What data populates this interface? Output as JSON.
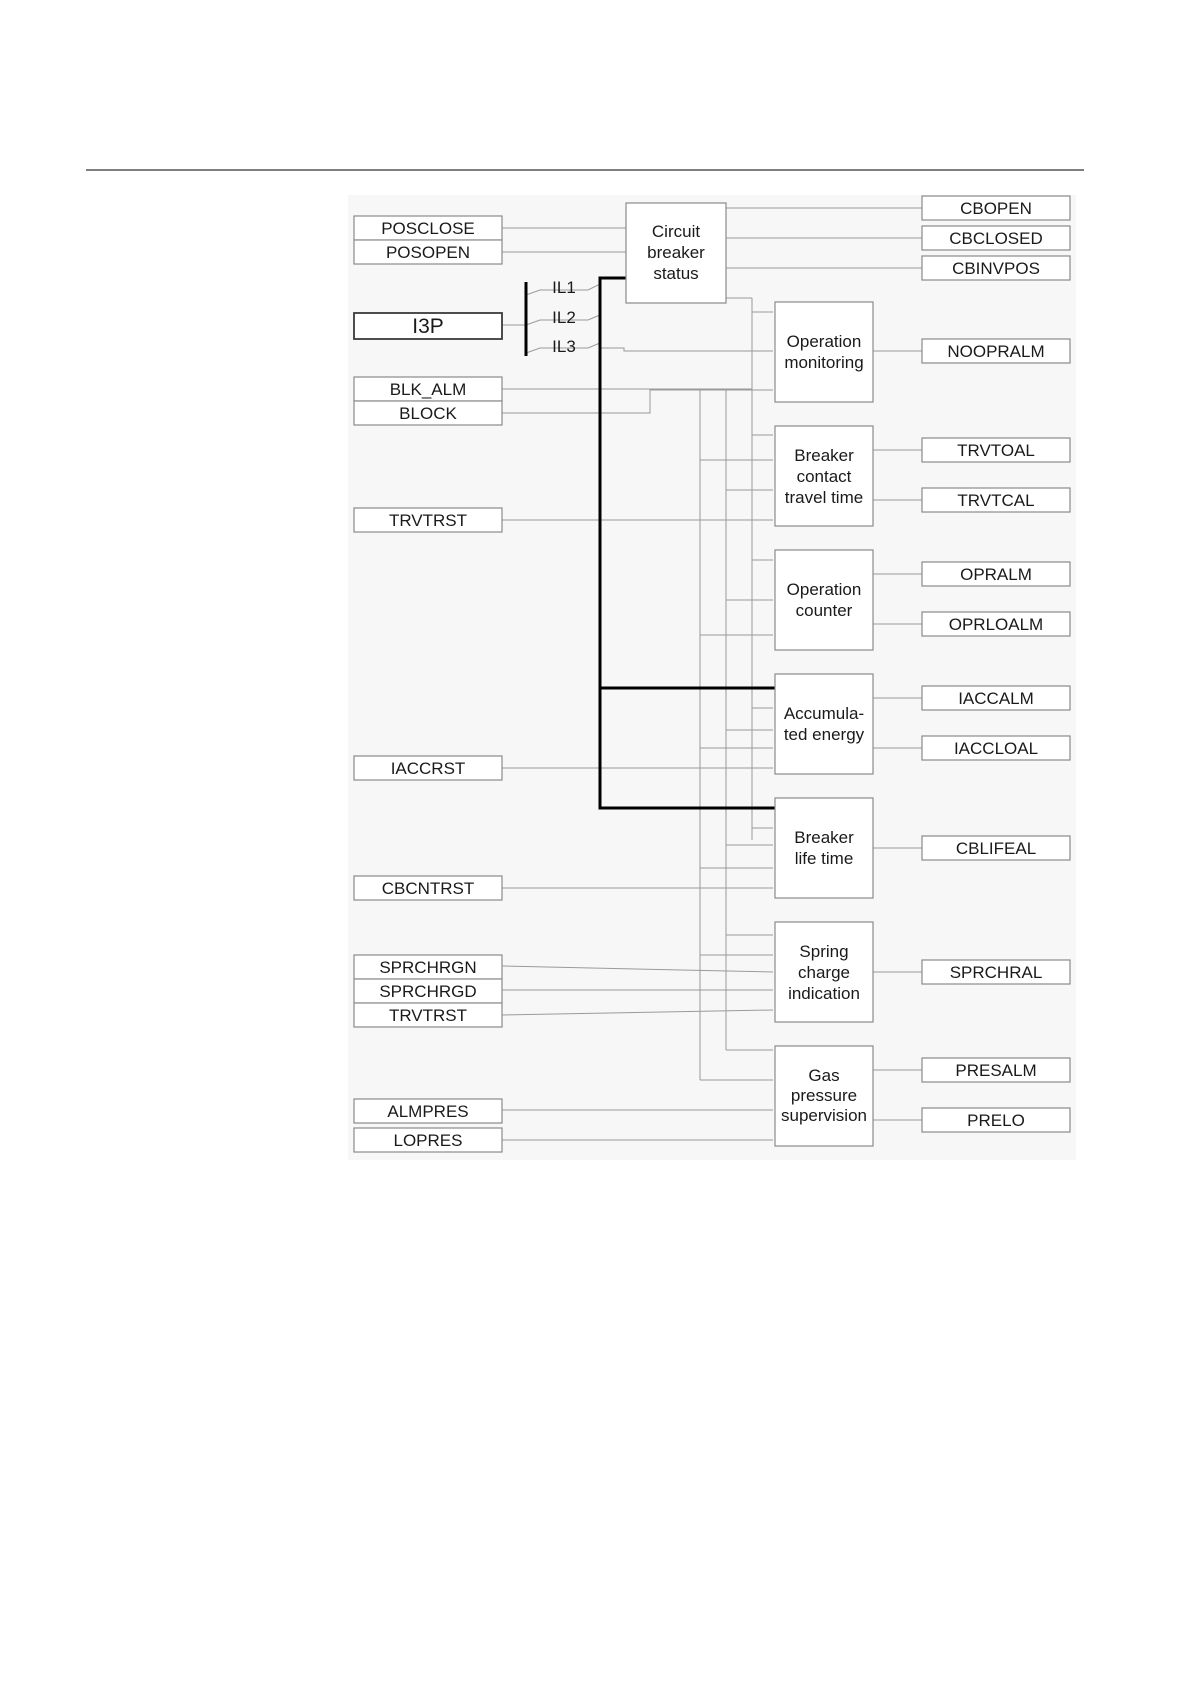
{
  "inputs": {
    "POSCLOSE": "POSCLOSE",
    "POSOPEN": "POSOPEN",
    "I3P": "I3P",
    "BLK_ALM": "BLK_ALM",
    "BLOCK": "BLOCK",
    "TRVTRST_1": "TRVTRST",
    "IACCRST": "IACCRST",
    "CBCNTRST": "CBCNTRST",
    "SPRCHRGN": "SPRCHRGN",
    "SPRCHRGD": "SPRCHRGD",
    "TRVTRST_2": "TRVTRST",
    "ALMPRES": "ALMPRES",
    "LOPRES": "LOPRES"
  },
  "phases": {
    "IL1": "IL1",
    "IL2": "IL2",
    "IL3": "IL3"
  },
  "blocks": {
    "cb_status": [
      "Circuit",
      "breaker",
      "status"
    ],
    "op_monitoring": [
      "Operation",
      "monitoring"
    ],
    "travel_time": [
      "Breaker",
      "contact",
      "travel time"
    ],
    "op_counter": [
      "Operation",
      "counter"
    ],
    "acc_energy": [
      "Accumula-",
      "ted energy"
    ],
    "life_time": [
      "Breaker",
      "life time"
    ],
    "spring": [
      "Spring",
      "charge",
      "indication"
    ],
    "gas": [
      "Gas",
      "pressure",
      "supervision"
    ]
  },
  "outputs": {
    "CBOPEN": "CBOPEN",
    "CBCLOSED": "CBCLOSED",
    "CBINVPOS": "CBINVPOS",
    "NOOPRALM": "NOOPRALM",
    "TRVTOAL": "TRVTOAL",
    "TRVTCAL": "TRVTCAL",
    "OPRALM": "OPRALM",
    "OPRLOALM": "OPRLOALM",
    "IACCALM": "IACCALM",
    "IACCLOAL": "IACCLOAL",
    "CBLIFEAL": "CBLIFEAL",
    "SPRCHRAL": "SPRCHRAL",
    "PRESALM": "PRESALM",
    "PRELO": "PRELO"
  }
}
